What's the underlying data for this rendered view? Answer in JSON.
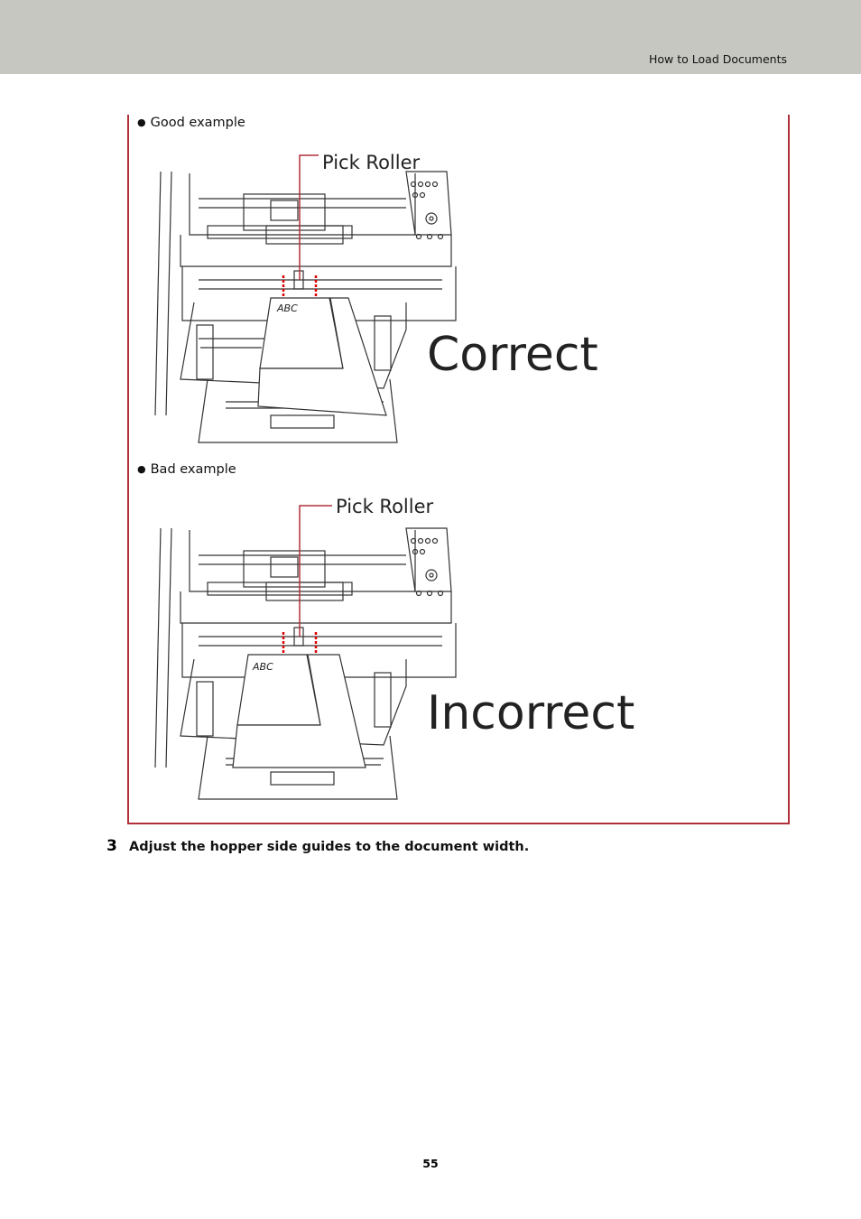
{
  "header": {
    "title": "How to Load Documents"
  },
  "good": {
    "bullet": "Good example",
    "pick_label": "Pick Roller",
    "doc_text": "ABC",
    "verdict": "Correct"
  },
  "bad": {
    "bullet": "Bad example",
    "pick_label": "Pick Roller",
    "doc_text": "ABC",
    "verdict": "Incorrect"
  },
  "step": {
    "number": "3",
    "text": "Adjust the hopper side guides to the document width."
  },
  "footer": {
    "page_number": "55"
  },
  "colors": {
    "accent": "#b0303a",
    "header_bg": "#c7c7c2",
    "roller_marker": "#e00000"
  }
}
